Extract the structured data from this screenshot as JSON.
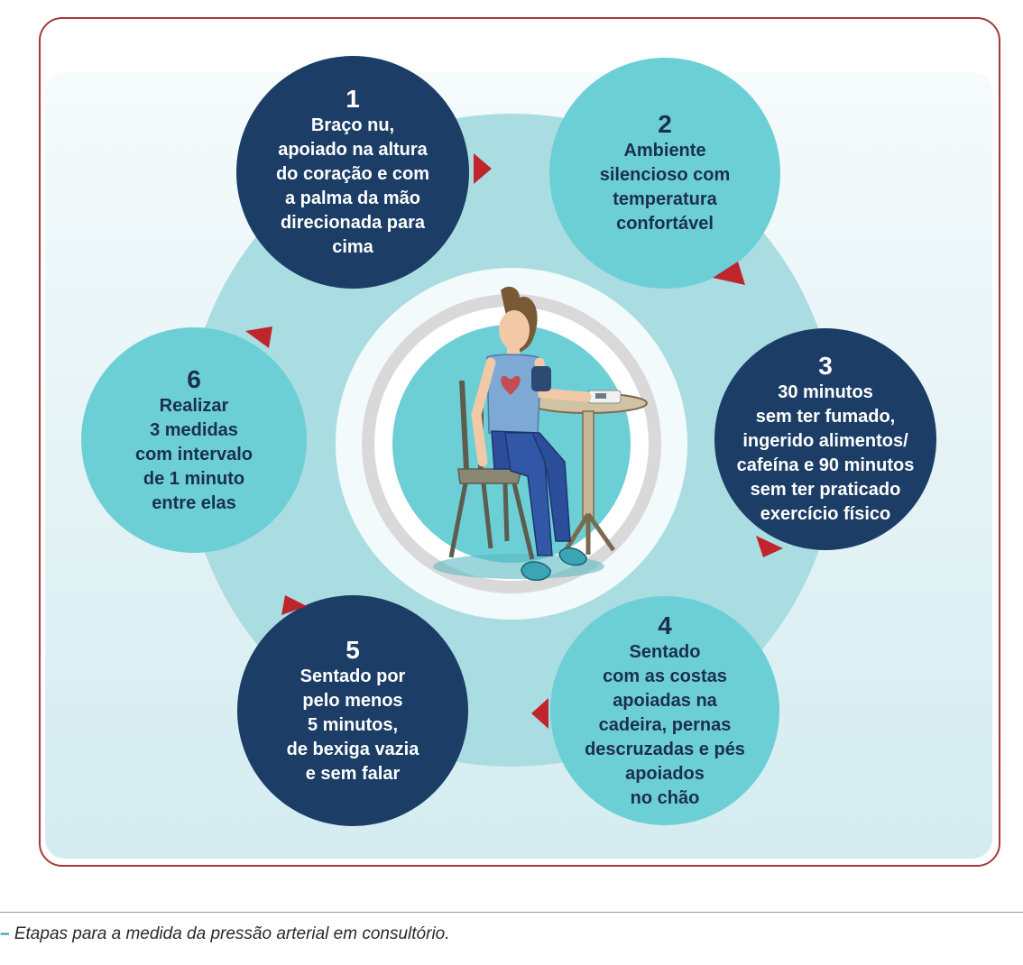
{
  "steps": [
    {
      "number": "1",
      "text": "Braço nu,\napoiado na altura\ndo coração e com\na palma da mão\ndirecionada para\ncima"
    },
    {
      "number": "2",
      "text": "Ambiente\nsilencioso com\ntemperatura\nconfortável"
    },
    {
      "number": "3",
      "text": "30 minutos\nsem ter fumado,\ningerido alimentos/\ncafeína e 90 minutos\nsem ter praticado\nexercício físico"
    },
    {
      "number": "4",
      "text": "Sentado\ncom as costas\napoiadas na\ncadeira, pernas\ndescruzadas e pés\napoiados\nno chão"
    },
    {
      "number": "5",
      "text": "Sentado por\npelo menos\n5 minutos,\nde bexiga vazia\ne sem falar"
    },
    {
      "number": "6",
      "text": "Realizar\n3 medidas\ncom intervalo\nde 1 minuto\nentre elas"
    }
  ],
  "caption": {
    "dash": "–",
    "text": "Etapas para a medida da pressão arterial em consultório."
  },
  "colors": {
    "dark_circle": "#1b3d66",
    "light_circle": "#6ccfd6",
    "ring": "#a9dde2",
    "arrow": "#c0242c",
    "frame": "#a23a3c"
  },
  "icons": {
    "arrows": "red-triangle-arrow",
    "illustration": "woman-measuring-blood-pressure-illustration"
  }
}
